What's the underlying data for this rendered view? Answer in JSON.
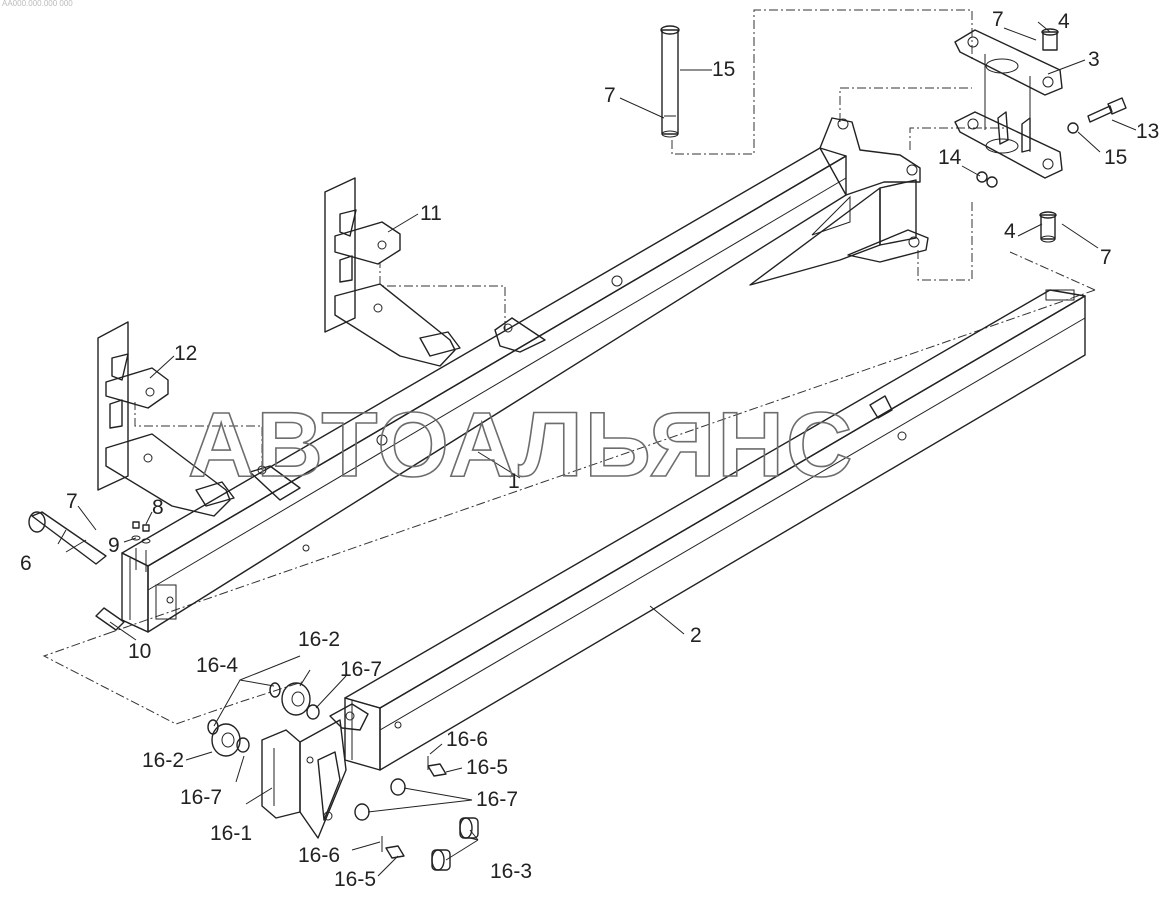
{
  "header_code": "АА000.000.000 000",
  "watermark": "АВТОАЛЬЯНС",
  "callouts": [
    {
      "id": "c1",
      "text": "1"
    },
    {
      "id": "c2",
      "text": "2"
    },
    {
      "id": "c3",
      "text": "3"
    },
    {
      "id": "c4a",
      "text": "4"
    },
    {
      "id": "c4b",
      "text": "4"
    },
    {
      "id": "c6",
      "text": "6"
    },
    {
      "id": "c7a",
      "text": "7"
    },
    {
      "id": "c7b",
      "text": "7"
    },
    {
      "id": "c7c",
      "text": "7"
    },
    {
      "id": "c7d",
      "text": "7"
    },
    {
      "id": "c8",
      "text": "8"
    },
    {
      "id": "c9",
      "text": "9"
    },
    {
      "id": "c10",
      "text": "10"
    },
    {
      "id": "c11",
      "text": "11"
    },
    {
      "id": "c12",
      "text": "12"
    },
    {
      "id": "c13",
      "text": "13"
    },
    {
      "id": "c14",
      "text": "14"
    },
    {
      "id": "c15a",
      "text": "15"
    },
    {
      "id": "c15b",
      "text": "15"
    },
    {
      "id": "c16_1",
      "text": "16-1"
    },
    {
      "id": "c16_2a",
      "text": "16-2"
    },
    {
      "id": "c16_2b",
      "text": "16-2"
    },
    {
      "id": "c16_3",
      "text": "16-3"
    },
    {
      "id": "c16_4",
      "text": "16-4"
    },
    {
      "id": "c16_5a",
      "text": "16-5"
    },
    {
      "id": "c16_5b",
      "text": "16-5"
    },
    {
      "id": "c16_6a",
      "text": "16-6"
    },
    {
      "id": "c16_6b",
      "text": "16-6"
    },
    {
      "id": "c16_7a",
      "text": "16-7"
    },
    {
      "id": "c16_7b",
      "text": "16-7"
    },
    {
      "id": "c16_7c",
      "text": "16-7"
    }
  ]
}
